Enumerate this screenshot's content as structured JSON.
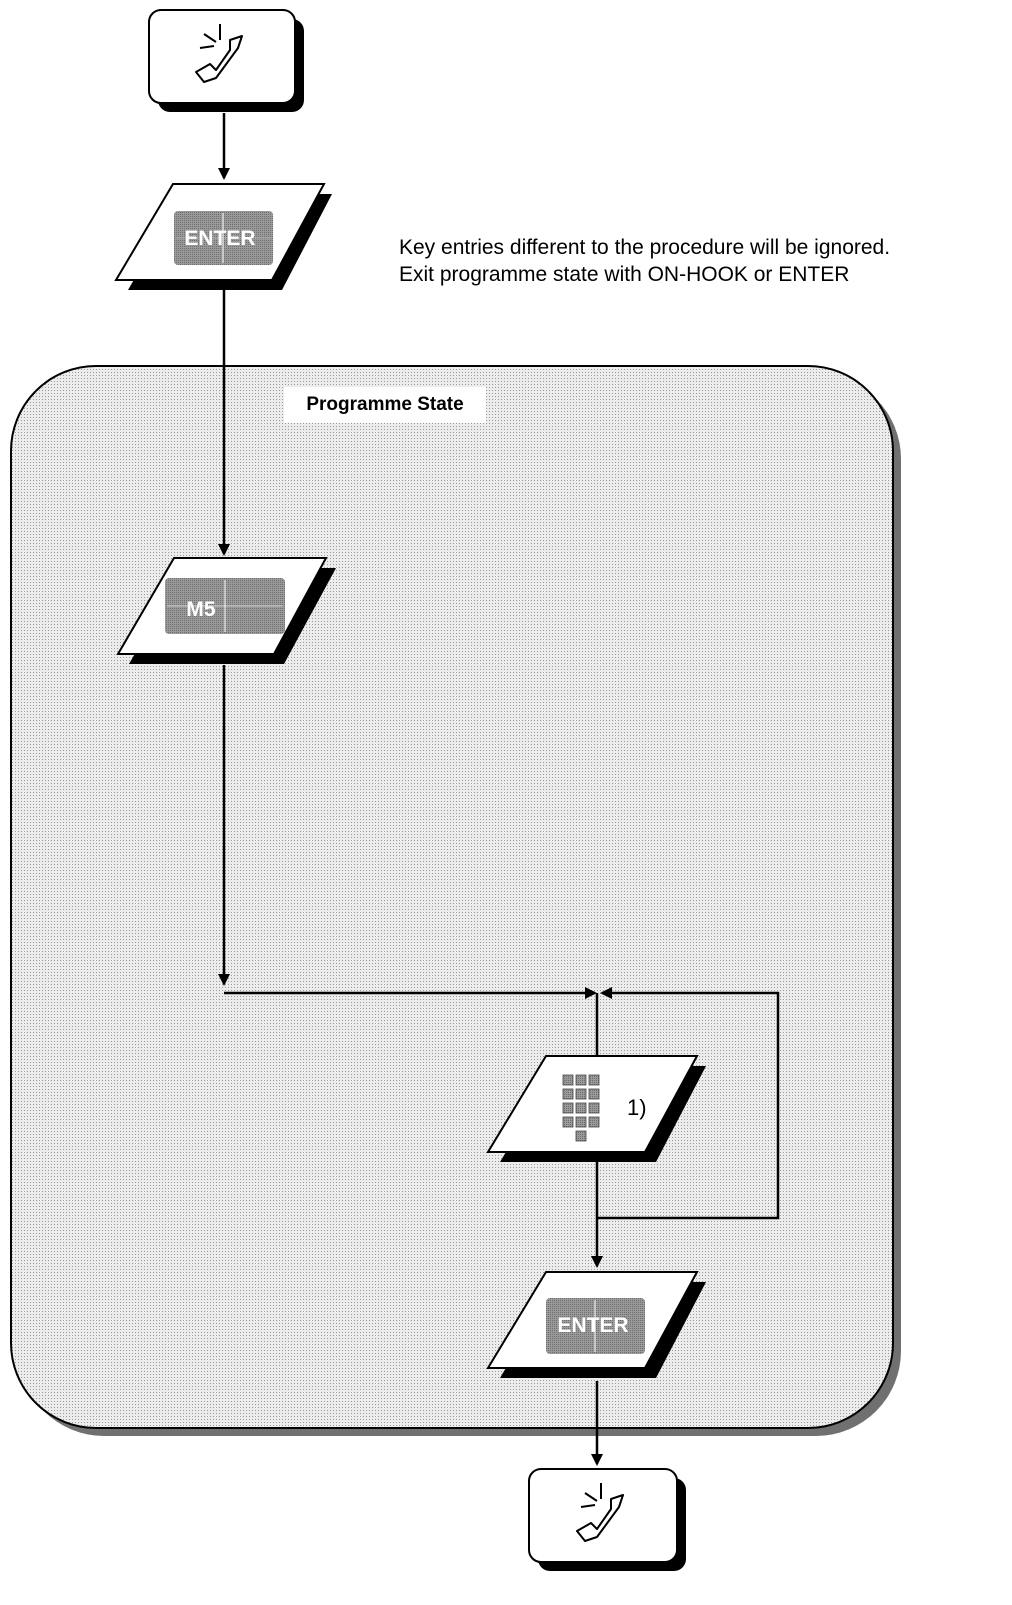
{
  "note": {
    "line1": "Key entries different to the procedure will be ignored.",
    "line2": "Exit programme state with ON-HOOK or ENTER"
  },
  "region": {
    "label": "Programme State"
  },
  "steps": [
    {
      "id": "start",
      "kind": "terminal",
      "icon": "handset-off-hook-icon"
    },
    {
      "id": "enter-1",
      "kind": "input",
      "key_label": "ENTER"
    },
    {
      "id": "m5",
      "kind": "input",
      "key_label": "M5"
    },
    {
      "id": "digits",
      "kind": "input",
      "icon": "keypad-icon",
      "note": "1)"
    },
    {
      "id": "enter-2",
      "kind": "input",
      "key_label": "ENTER"
    },
    {
      "id": "end",
      "kind": "terminal",
      "icon": "handset-on-hook-icon"
    }
  ],
  "colors": {
    "region_fill": "#dcdcdc",
    "key_fill": "#8a8a8a",
    "shadow": "#000000",
    "line": "#000000"
  }
}
